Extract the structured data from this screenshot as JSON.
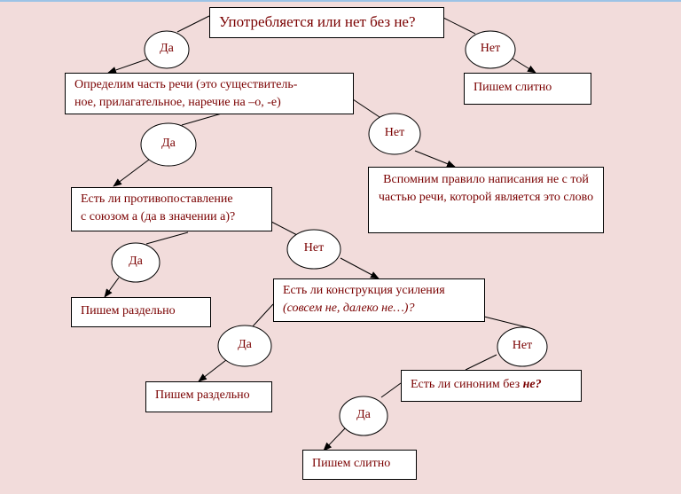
{
  "root_question": "Употребляется или нет без не?",
  "labels": {
    "yes": "Да",
    "no": "Нет"
  },
  "nodes": {
    "part_of_speech_1": "Определим часть речи (это  существитель-",
    "part_of_speech_2": "ное, прилагательное, наречие на –о, -е)",
    "write_together_1": "Пишем слитно",
    "remember_rule": "Вспомним правило написания не с той частью речи, которой является это слово",
    "contrast_1": "Есть ли противопоставление",
    "contrast_2": "с союзом а (да в значении а)?",
    "write_separately_1": "Пишем раздельно",
    "intensifier_1": "Есть ли конструкция усиления",
    "intensifier_2": "(совсем не, далеко не…)?",
    "write_separately_2": "Пишем раздельно",
    "synonym_1": "Есть ли синоним без ",
    "synonym_2": "не?",
    "write_together_2": "Пишем слитно"
  }
}
